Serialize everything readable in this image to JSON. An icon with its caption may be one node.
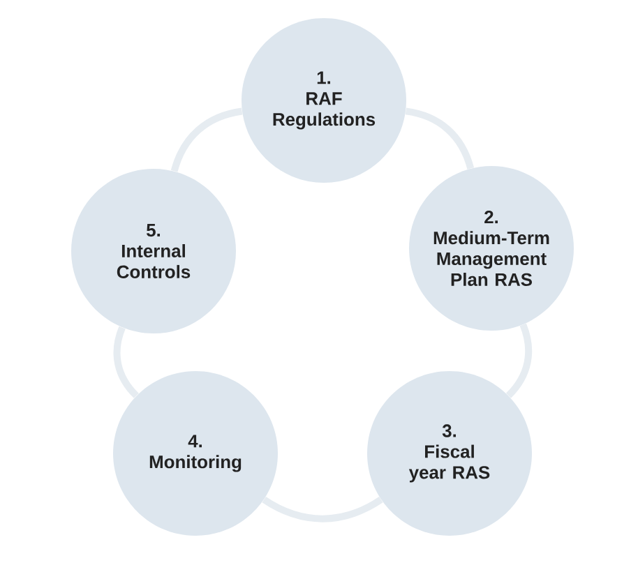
{
  "diagram": {
    "nodes": [
      {
        "text": [
          "1.",
          "RAF Regulations"
        ]
      },
      {
        "text": [
          "2.",
          "Medium-Term Management Plan RAS"
        ]
      },
      {
        "text": [
          "3.",
          "Fiscal year RAS"
        ]
      },
      {
        "text": [
          "4.",
          "Monitoring"
        ]
      },
      {
        "text": [
          "5.",
          "Internal Controls"
        ]
      }
    ],
    "edges": [
      {
        "from": 0,
        "to": 1,
        "arrow": "none"
      },
      {
        "from": 1,
        "to": 2,
        "arrow": "none"
      },
      {
        "from": 2,
        "to": 3,
        "arrow": "none"
      },
      {
        "from": 3,
        "to": 4,
        "arrow": "none"
      },
      {
        "from": 4,
        "to": 0,
        "arrow": "none"
      }
    ]
  }
}
